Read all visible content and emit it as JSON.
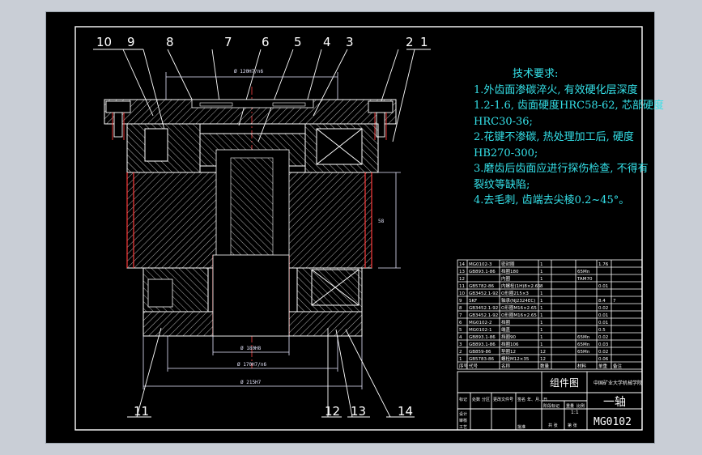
{
  "part_numbers": [
    "10",
    "9",
    "8",
    "7",
    "6",
    "5",
    "4",
    "3",
    "2",
    "1"
  ],
  "bottom_part_numbers": [
    "11",
    "12",
    "13",
    "14"
  ],
  "tech_requirements": {
    "title": "技术要求:",
    "lines": [
      "1.外齿面渗碳淬火, 有效硬化层深度",
      "1.2-1.6, 齿面硬度HRC58-62, 芯部硬度",
      "HRC30-36;",
      "2.花键不渗碳, 热处理加工后, 硬度",
      "HB270-300;",
      "3.磨齿后齿面应进行探伤检查, 不得有",
      "裂纹等缺陷;",
      "4.去毛刺, 齿端去尖棱0.2~45°。"
    ]
  },
  "dimensions": {
    "top": "Ø 120H7/n6",
    "inner": "Ø 180H8",
    "middle": "Ø 170H7/n6",
    "outer": "Ø 215H7",
    "height": "58"
  },
  "bom": {
    "rows": [
      [
        "14",
        "MG0102-3",
        "密封圈",
        "1",
        "",
        "",
        "1.76",
        ""
      ],
      [
        "13",
        "GB893.1-86",
        "挡圈180",
        "1",
        "",
        "65Mn",
        "",
        ""
      ],
      [
        "12",
        "",
        "内圈",
        "1",
        "",
        "TAM70",
        "",
        ""
      ],
      [
        "11",
        "GB5782-86",
        "内螺栓(1H)8×2.65",
        "8",
        "",
        "",
        "0.01",
        ""
      ],
      [
        "10",
        "GB3452.1-92",
        "O形圈215×3",
        "1",
        "",
        "",
        "",
        ""
      ],
      [
        "9",
        "SKF",
        "轴承(NJ2324EC)",
        "1",
        "",
        "",
        "8.4",
        "7"
      ],
      [
        "8",
        "GB3452.1-92",
        "O形圈M16×2.65",
        "1",
        "",
        "",
        "0.02",
        ""
      ],
      [
        "7",
        "GB3452.1-92",
        "O形圈M16×2.65",
        "1",
        "",
        "",
        "0.01",
        ""
      ],
      [
        "6",
        "MG0102-2",
        "挡圈",
        "1",
        "",
        "",
        "0.01",
        ""
      ],
      [
        "5",
        "MG0102-1",
        "端盖",
        "1",
        "",
        "",
        "0.5",
        ""
      ],
      [
        "4",
        "GB893.1-86",
        "挡圈90",
        "1",
        "",
        "65Mn",
        "0.02",
        ""
      ],
      [
        "3",
        "GB893.1-86",
        "挡圈106",
        "1",
        "",
        "65Mn",
        "0.03",
        ""
      ],
      [
        "2",
        "GB859-86",
        "垫圈12",
        "12",
        "",
        "65Mn",
        "0.02",
        ""
      ],
      [
        "1",
        "GB5783-86",
        "螺栓M12×35",
        "12",
        "",
        "",
        "0.06",
        ""
      ]
    ],
    "header": [
      "序号",
      "代号",
      "名称",
      "数量",
      "",
      "材料",
      "单重",
      "备注"
    ]
  },
  "title_block": {
    "drawing_type": "组件图",
    "university": "中国矿业大学机械学院",
    "part_name": "一轴",
    "drawing_number": "MG0102",
    "scale": "1:1",
    "sign_labels": [
      "标记",
      "处数",
      "分区",
      "更改文件号",
      "签名",
      "年、月、日"
    ],
    "row_labels": [
      "设计",
      "审核",
      "工艺"
    ],
    "approve_label": "批准",
    "stage_labels": [
      "阶段标记",
      "重量",
      "比例"
    ],
    "sheet_labels": [
      "共 张",
      "第 张"
    ]
  },
  "colors": {
    "outline": "#ffffff",
    "part_lines": "#ff3b3b",
    "hatch": "#ffffff",
    "dimension": "#e8e8ff",
    "leader_text": "#ffffff",
    "tech_text": "#34e0e8",
    "centerline": "#ff4040",
    "background": "#000000",
    "frame_bg": "#c9ced6"
  }
}
